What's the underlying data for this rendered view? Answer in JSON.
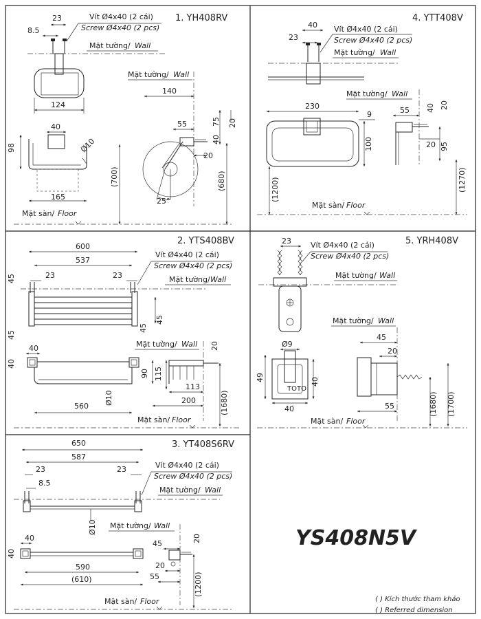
{
  "product_code": "YS408N5V",
  "legend": {
    "line1": "( ) Kích thước tham khảo",
    "line2": "( ) Referred dimension"
  },
  "common": {
    "screw_vi": "Vít Ø4x40 (2 cái)",
    "screw_en": "Screw Ø4x40 (2 pcs)",
    "wall_vi": "Mặt tường/",
    "wall_en": "Wall",
    "floor_vi": "Mặt sàn/",
    "floor_en": "Floor"
  },
  "panel1": {
    "title": "1. YH408RV",
    "dims": {
      "d23": "23",
      "d8_5": "8.5",
      "d124": "124",
      "d40": "40",
      "d98": "98",
      "d10": "Ø10",
      "d165": "165",
      "d140": "140",
      "d55": "55",
      "d75": "75",
      "d20a": "20",
      "d40b": "40",
      "d20b": "20",
      "d700": "(700)",
      "d680": "(680)",
      "d25": "25°"
    }
  },
  "panel2": {
    "title": "2. YTS408BV",
    "dims": {
      "d600": "600",
      "d537": "537",
      "d45a": "45",
      "d23a": "23",
      "d23b": "23",
      "d45b": "45",
      "d45c": "45",
      "d45d": "45",
      "d40": "40",
      "d20": "20",
      "d90": "90",
      "d115": "115",
      "d113": "113",
      "d200": "200",
      "d10": "Ø10",
      "d560": "560",
      "d1680": "(1680)"
    }
  },
  "panel3": {
    "title": "3. YT408S6RV",
    "dims": {
      "d650": "650",
      "d587": "587",
      "d23a": "23",
      "d23b": "23",
      "d8_5": "8.5",
      "d10": "Ø10",
      "d40a": "40",
      "d40b": "40",
      "d45": "45",
      "d20a": "20",
      "d20b": "20",
      "d590": "590",
      "d610": "(610)",
      "d55": "55",
      "d1200": "(1200)"
    }
  },
  "panel4": {
    "title": "4. YTT408V",
    "dims": {
      "d40": "40",
      "d23": "23",
      "d230": "230",
      "d9": "9",
      "d100": "100",
      "d55": "55",
      "d40b": "40",
      "d20a": "20",
      "d20b": "20",
      "d95": "95",
      "d1200": "(1200)",
      "d1270": "(1270)"
    }
  },
  "panel5": {
    "title": "5. YRH408V",
    "dims": {
      "d23": "23",
      "d9": "Ø9",
      "d49": "49",
      "d40a": "40",
      "d40b": "40",
      "d45": "45",
      "d20": "20",
      "d55": "55",
      "d1680": "(1680)",
      "d1700": "(1700)"
    },
    "brand_mark": "TOTO"
  }
}
